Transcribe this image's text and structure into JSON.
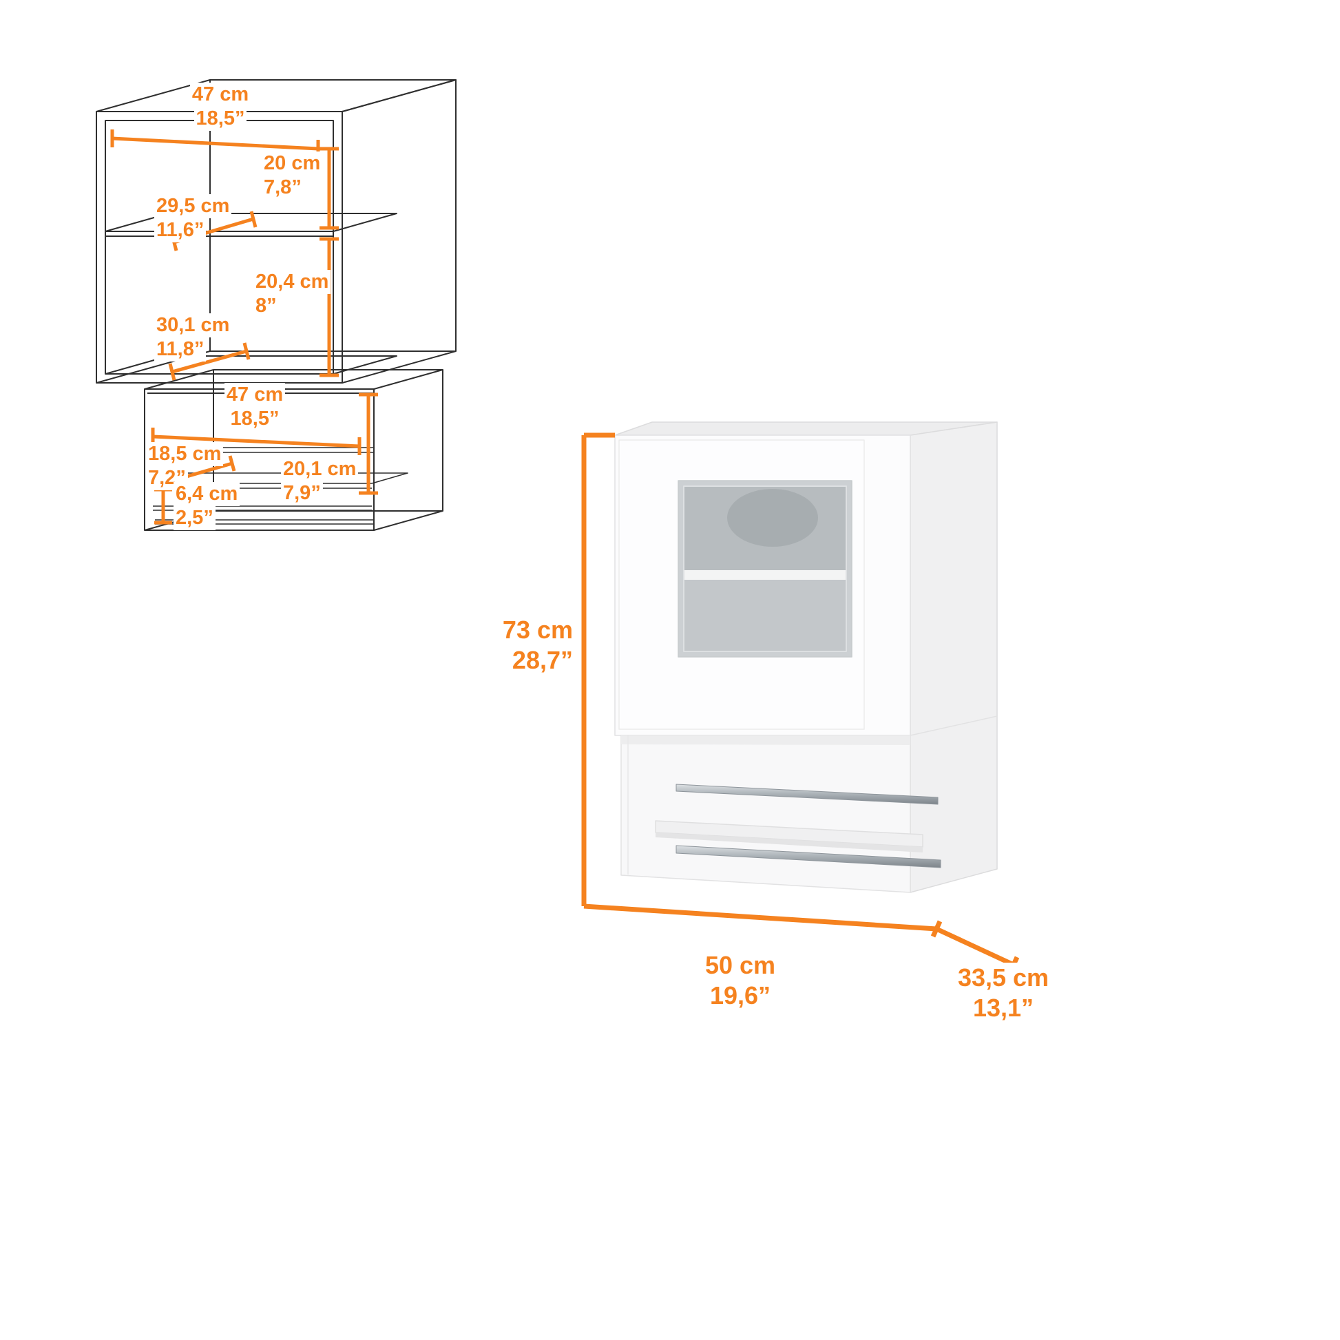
{
  "sheet": {
    "background": "#ffffff",
    "accent_color": "#F5821F",
    "line_color": "#2f2f2f",
    "description": "Wall cabinet dimension diagram with wireframe view and rendered view"
  },
  "wireframe_view": {
    "dims": {
      "top_width": {
        "cm": "47 cm",
        "inch": "18,5”"
      },
      "upper_section_height": {
        "cm": "20 cm",
        "inch": "7,8”"
      },
      "shelf_depth": {
        "cm": "29,5 cm",
        "inch": "11,6”"
      },
      "lower_section_height": {
        "cm": "20,4 cm",
        "inch": "8”"
      },
      "bottom_depth": {
        "cm": "30,1 cm",
        "inch": "11,8”"
      },
      "rack_width": {
        "cm": "47 cm",
        "inch": "18,5”"
      },
      "rack_shelf_depth": {
        "cm": "18,5 cm",
        "inch": "7,2”"
      },
      "rack_height": {
        "cm": "20,1 cm",
        "inch": "7,9”"
      },
      "rail_height": {
        "cm": "6,4 cm",
        "inch": "2,5”"
      }
    }
  },
  "render_view": {
    "dims": {
      "height": {
        "cm": "73 cm",
        "inch": "28,7”"
      },
      "width": {
        "cm": "50 cm",
        "inch": "19,6”"
      },
      "depth": {
        "cm": "33,5 cm",
        "inch": "13,1”"
      }
    }
  }
}
